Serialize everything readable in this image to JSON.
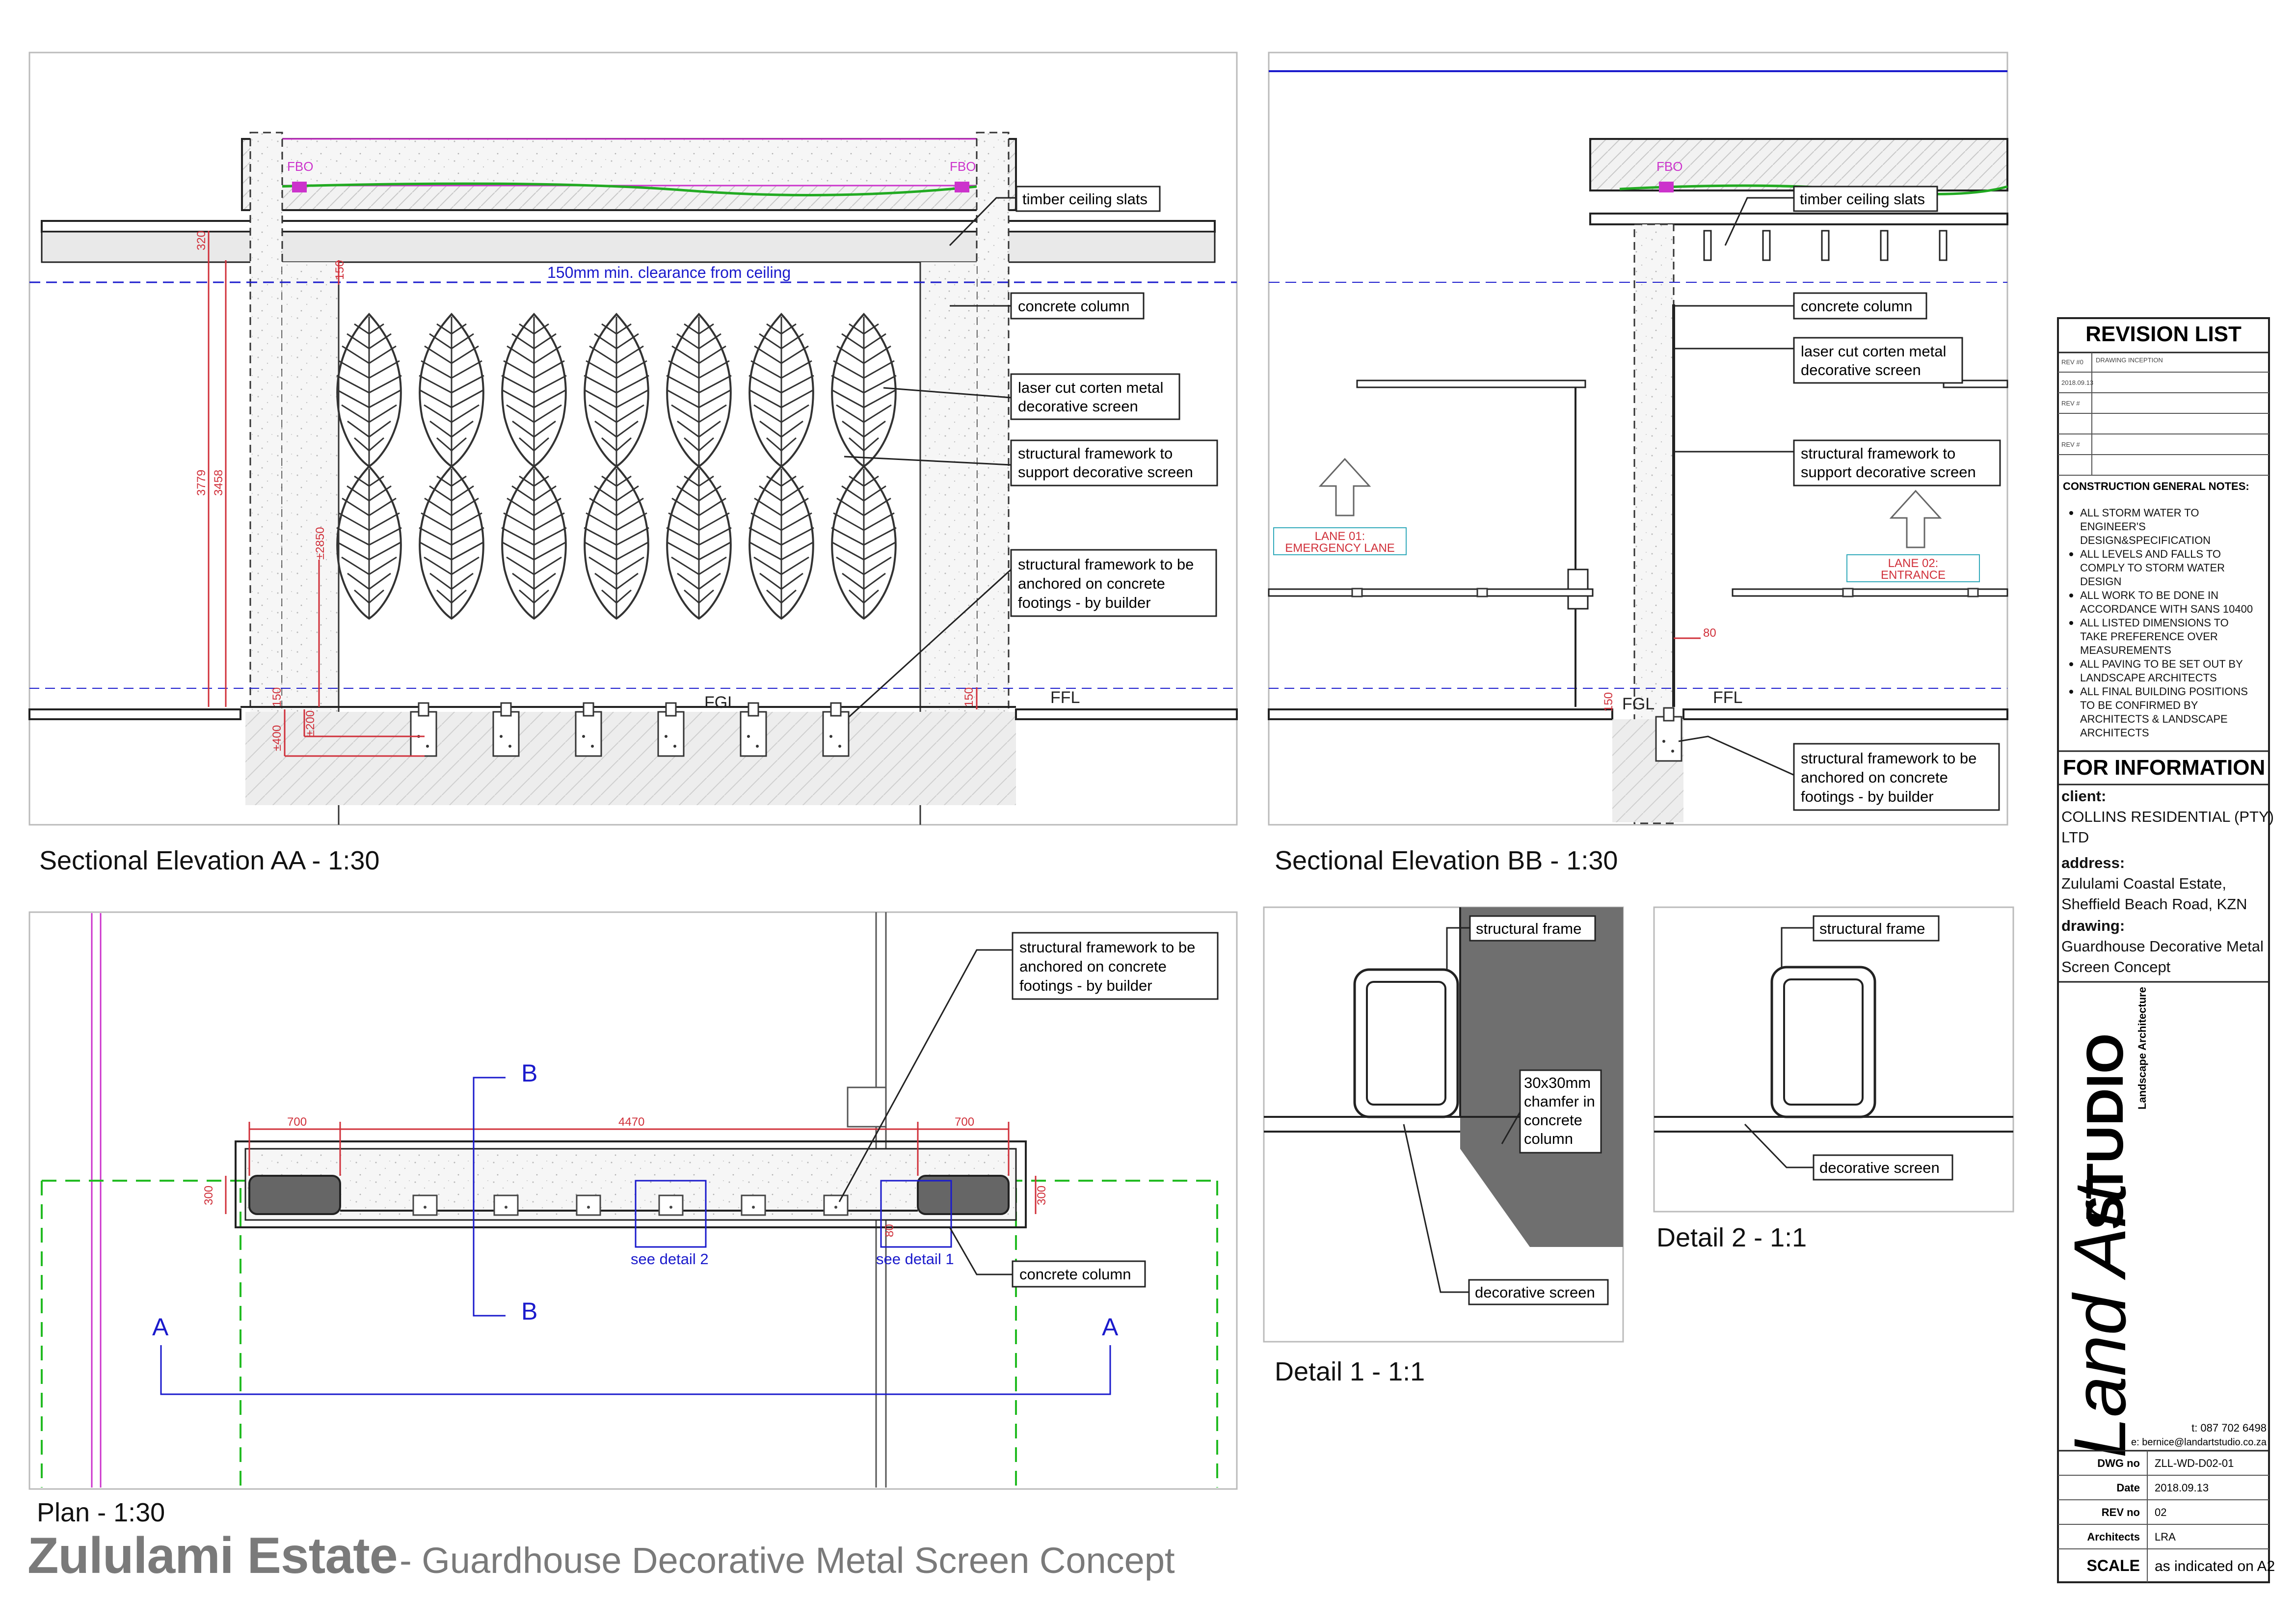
{
  "page_title": {
    "main": "Zululami Estate",
    "sub": "- Guardhouse Decorative Metal Screen Concept"
  },
  "views": {
    "aa": {
      "caption": "Sectional Elevation AA - 1:30",
      "fbo_left": "FBO",
      "fbo_right": "FBO",
      "clearance_note": "150mm min. clearance from ceiling",
      "fgl": "FGL",
      "ffl": "FFL",
      "dims": [
        "320",
        "150",
        "3779",
        "3458",
        "±2850",
        "150",
        "150",
        "±400",
        "±200"
      ],
      "callouts": {
        "ceiling": "timber ceiling slats",
        "column": "concrete column",
        "screen": [
          "laser cut corten metal",
          "decorative screen"
        ],
        "framework": [
          "structural framework to",
          "support decorative  screen"
        ],
        "anchored": [
          "structural framework to be",
          "anchored on concrete",
          "footings - by builder"
        ]
      }
    },
    "bb": {
      "caption": "Sectional Elevation BB - 1:30",
      "fbo": "FBO",
      "lane1": [
        "LANE 01:",
        "EMERGENCY LANE"
      ],
      "lane2": [
        "LANE 02:",
        "ENTRANCE"
      ],
      "fgl": "FGL",
      "ffl": "FFL",
      "dims": [
        "80",
        "150"
      ],
      "callouts": {
        "ceiling": "timber ceiling slats",
        "column": "concrete column",
        "screen": [
          "laser cut corten metal",
          "decorative screen"
        ],
        "framework": [
          "structural framework to",
          "support decorative  screen"
        ],
        "anchored": [
          "structural framework to be",
          "anchored on concrete",
          "footings - by builder"
        ]
      }
    },
    "plan": {
      "caption": "Plan - 1:30",
      "section_b": "B",
      "section_a": "A",
      "dims": [
        "700",
        "4470",
        "700",
        "300",
        "300",
        "80"
      ],
      "see_detail_2": "see detail 2",
      "see_detail_1": "see detail 1",
      "callouts": {
        "anchored": [
          "structural framework to be",
          "anchored on concrete",
          "footings - by builder"
        ],
        "column": "concrete column"
      }
    },
    "detail1": {
      "caption": "Detail 1 - 1:1",
      "structural_frame": "structural frame",
      "chamfer": [
        "30x30mm",
        "chamfer in",
        "concrete",
        "column"
      ],
      "decorative_screen": "decorative screen"
    },
    "detail2": {
      "caption": "Detail 2 - 1:1",
      "structural_frame": "structural frame",
      "decorative_screen": "decorative screen"
    }
  },
  "title_block": {
    "revision_list": "REVISION LIST",
    "revisions": [
      {
        "label": "REV #0",
        "desc": "DRAWING INCEPTION"
      },
      {
        "label": "2018.09.13",
        "desc": ""
      },
      {
        "label": "REV #",
        "desc": ""
      },
      {
        "label": "",
        "desc": ""
      },
      {
        "label": "REV #",
        "desc": ""
      }
    ],
    "notes_heading": "CONSTRUCTION GENERAL NOTES:",
    "notes": [
      [
        "ALL STORM WATER TO",
        "ENGINEER'S",
        "DESIGN&SPECIFICATION"
      ],
      [
        "ALL LEVELS AND FALLS TO",
        "COMPLY TO STORM WATER",
        "DESIGN"
      ],
      [
        "ALL WORK TO BE DONE IN",
        "ACCORDANCE WITH SANS 10400"
      ],
      [
        "ALL LISTED DIMENSIONS TO",
        "TAKE PREFERENCE OVER",
        "MEASUREMENTS"
      ],
      [
        "ALL PAVING TO BE SET OUT BY",
        "LANDSCAPE ARCHITECTS"
      ],
      [
        "ALL FINAL BUILDING POSITIONS",
        "TO BE CONFIRMED BY",
        "ARCHITECTS & LANDSCAPE",
        "ARCHITECTS"
      ]
    ],
    "status": "FOR INFORMATION",
    "client_label": "client:",
    "client": [
      "COLLINS RESIDENTIAL (PTY)",
      "LTD"
    ],
    "address_label": "address:",
    "address": [
      "Zululami Coastal Estate,",
      "Sheffield Beach Road, KZN"
    ],
    "drawing_label": "drawing:",
    "drawing": [
      "Guardhouse Decorative Metal",
      "Screen Concept"
    ],
    "logo_script": "Land Art",
    "logo_bold": "STUDIO",
    "logo_sub": "Landscape Architecture",
    "tel": "t: 087 702 6498",
    "email": "e: bernice@landartstudio.co.za",
    "fields": [
      {
        "label": "DWG no",
        "value": "ZLL-WD-D02-01"
      },
      {
        "label": "Date",
        "value": "2018.09.13"
      },
      {
        "label": "REV no",
        "value": "02"
      },
      {
        "label": "Architects",
        "value": "LRA"
      }
    ],
    "scale_label": "SCALE",
    "scale_value": "as indicated on A2"
  },
  "colors": {
    "line": "#222222",
    "dim_red": "#d0303a",
    "blue": "#1a1acc",
    "green_dash": "#22bb22",
    "magenta": "#cc33cc",
    "grey_fill": "#6f6f6f",
    "title_grey": "#7a7a7a"
  }
}
